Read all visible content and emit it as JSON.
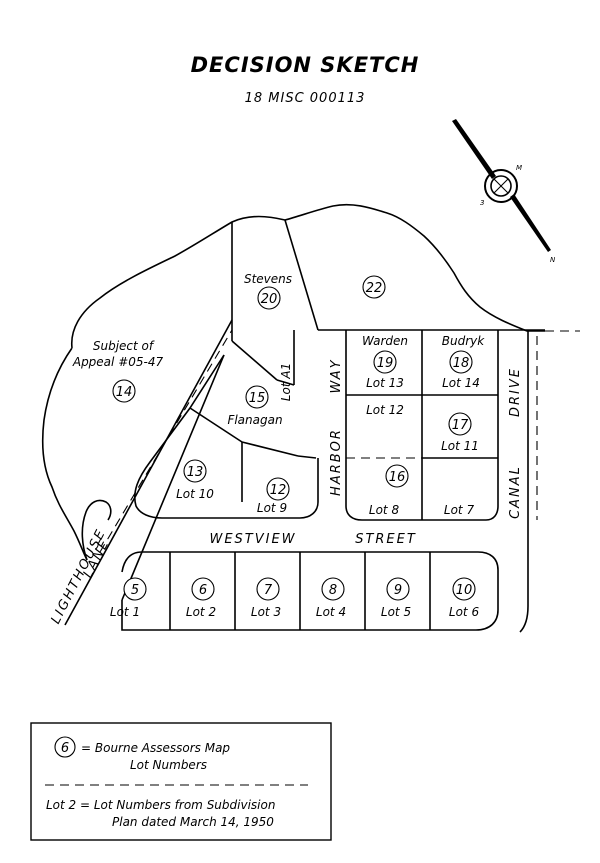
{
  "title": "DECISION SKETCH",
  "subtitle": "18 MISC 000113",
  "compass": {
    "labels": [
      "N",
      "M",
      "3"
    ]
  },
  "streets": {
    "westview": "WESTVIEW",
    "street": "STREET",
    "harbor": "HARBOR",
    "way": "WAY",
    "canal": "CANAL",
    "drive": "DRIVE",
    "lighthouse": "LIGHTHOUSE",
    "lane": "LANE"
  },
  "owners": {
    "stevens": "Stevens",
    "subject_line1": "Subject of",
    "subject_line2": "Appeal #05-47",
    "flanagan": "Flanagan",
    "warden": "Warden",
    "budryk": "Budryk"
  },
  "assessor_numbers": {
    "n20": "20",
    "n22": "22",
    "n14": "14",
    "n15": "15",
    "n13": "13",
    "n12": "12",
    "n19": "19",
    "n18": "18",
    "n17": "17",
    "n16": "16",
    "n5": "5",
    "n6": "6",
    "n7": "7",
    "n8": "8",
    "n9": "9",
    "n10": "10"
  },
  "lot_labels": {
    "a1": "Lot A1",
    "lot10": "Lot 10",
    "lot9": "Lot 9",
    "lot13": "Lot 13",
    "lot14": "Lot 14",
    "lot12": "Lot 12",
    "lot11": "Lot 11",
    "lot8": "Lot 8",
    "lot7": "Lot 7",
    "lot1": "Lot 1",
    "lot2": "Lot 2",
    "lot3": "Lot 3",
    "lot4": "Lot 4",
    "lot5": "Lot 5",
    "lot6": "Lot 6"
  },
  "legend": {
    "symbol_num": "6",
    "line1": "= Bourne Assessors Map",
    "line2": "Lot Numbers",
    "line3": "Lot 2 = Lot Numbers from Subdivision",
    "line4": "Plan dated March 14, 1950"
  }
}
